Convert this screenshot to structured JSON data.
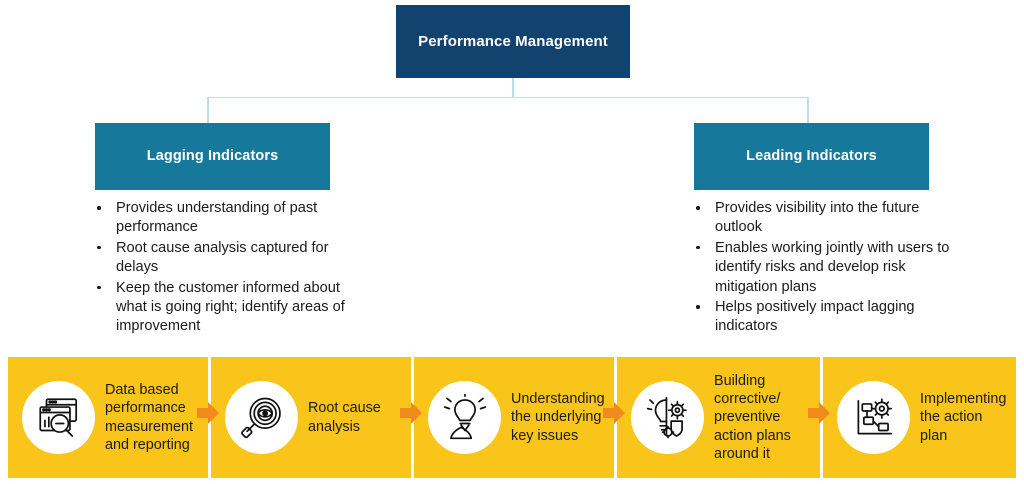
{
  "root": {
    "title": "Performance Management",
    "color": "#12436F"
  },
  "branches": [
    {
      "title": "Lagging Indicators",
      "color": "#16789A",
      "bullets": [
        "Provides understanding of past performance",
        "Root cause analysis captured for delays",
        "Keep the customer informed about what is going right; identify areas of improvement"
      ]
    },
    {
      "title": "Leading Indicators",
      "color": "#16789A",
      "bullets": [
        "Provides visibility into the future outlook",
        "Enables working jointly with users to identify risks and develop risk mitigation plans",
        "Helps positively impact lagging indicators"
      ]
    }
  ],
  "connector": {
    "color": "#B9DDF1"
  },
  "process": {
    "band_color": "#F9C51A",
    "arrow_color": "#F08A1C",
    "steps": [
      {
        "icon": "dashboard-analytics-icon",
        "caption": "Data based performance measurement and reporting"
      },
      {
        "icon": "magnifier-target-icon",
        "caption": "Root cause analysis"
      },
      {
        "icon": "lightbulb-person-icon",
        "caption": "Understanding the underlying key issues"
      },
      {
        "icon": "lightbulb-gear-shield-icon",
        "caption": "Building corrective/ preventive action plans around it"
      },
      {
        "icon": "flowchart-gear-icon",
        "caption": "Implementing the action plan"
      }
    ],
    "arrows": [
      "arrow-right-icon",
      "arrow-right-icon",
      "arrow-right-icon",
      "arrow-right-icon"
    ]
  }
}
